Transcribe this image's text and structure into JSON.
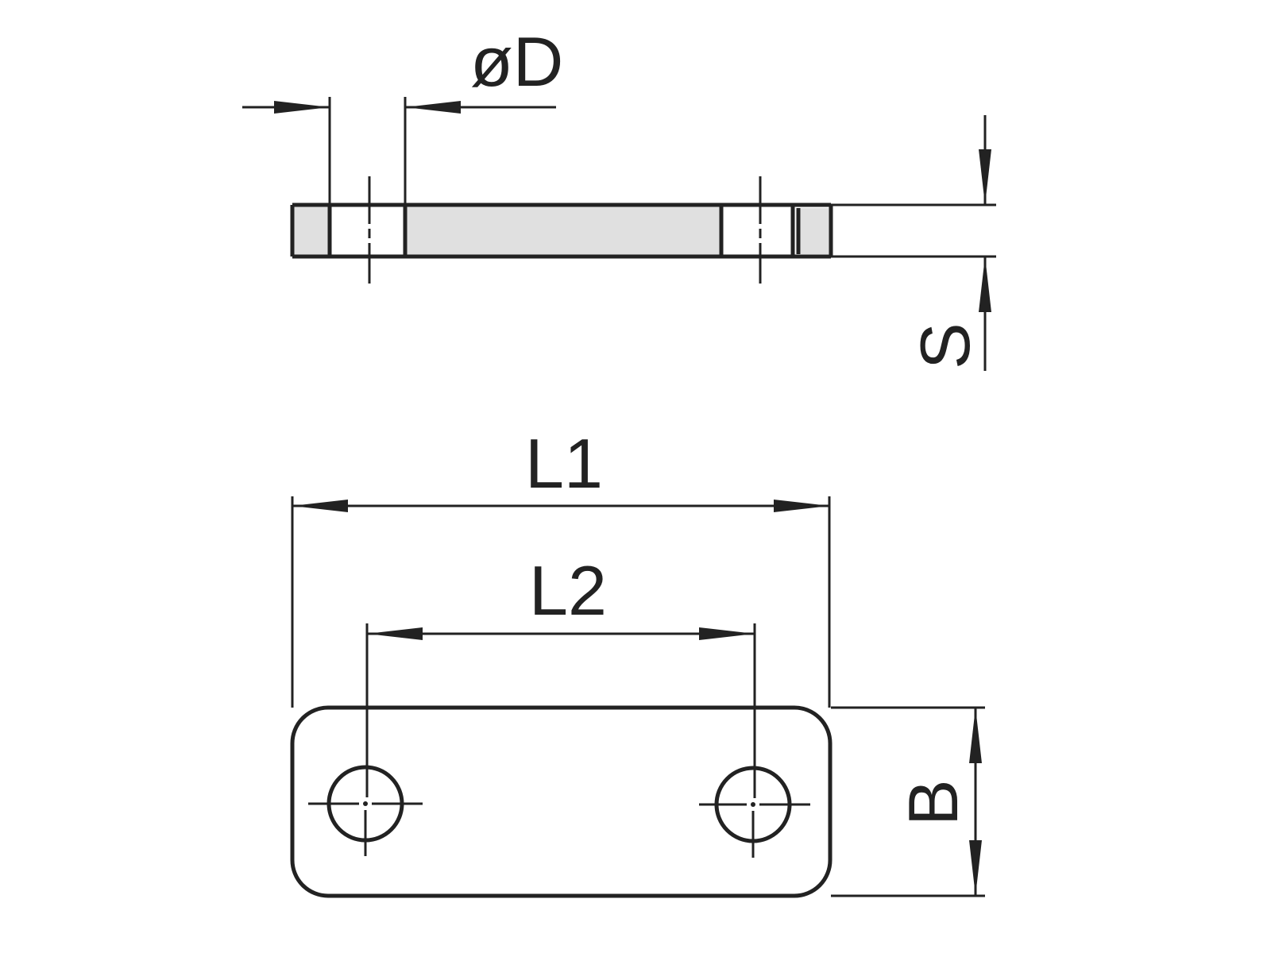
{
  "labels": {
    "diameter": "øD",
    "thickness": "S",
    "length_overall": "L1",
    "hole_spacing": "L2",
    "width": "B"
  },
  "colors": {
    "line": "#222222",
    "fill": "#e0e0e0"
  }
}
